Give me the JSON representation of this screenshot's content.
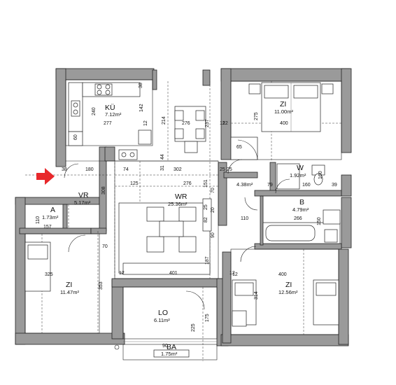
{
  "rooms": {
    "ku": {
      "name": "KÜ",
      "area": "7.12m²"
    },
    "vr": {
      "name": "VR",
      "area": "5.17m²"
    },
    "a": {
      "name": "A",
      "area": "1.73m²"
    },
    "wr": {
      "name": "WR",
      "area": "25.36m²"
    },
    "zi_left": {
      "name": "ZI",
      "area": "11.47m²"
    },
    "zi_top_right": {
      "name": "ZI",
      "area": "11.00m²"
    },
    "zi_bottom_right": {
      "name": "ZI",
      "area": "12.56m²"
    },
    "w": {
      "name": "W",
      "area": "1.92m²"
    },
    "b": {
      "name": "B",
      "area": "4.79m²"
    },
    "lo": {
      "name": "LO",
      "area": "6.11m²"
    },
    "ba": {
      "name": "BA",
      "area": "1.75m²"
    },
    "small_area": {
      "area": "4.38m²"
    }
  },
  "dimensions": {
    "ku_240": "240",
    "ku_142": "142",
    "ku_277": "277",
    "ku_38": "38",
    "ku_60": "60",
    "ku_12": "12",
    "ku_214": "214",
    "d_180": "180",
    "d_38": "38",
    "d_74": "74",
    "d_302": "302",
    "d_31": "31",
    "d_44": "44",
    "d_276_top": "276",
    "d_237": "237",
    "d_12_a": "12",
    "d_25_a": "25",
    "d_276_mid": "276",
    "d_151": "151",
    "d_70_a": "70",
    "d_125": "125",
    "d_308": "308",
    "d_110": "110",
    "d_157": "157",
    "d_70_b": "70",
    "d_325": "325",
    "d_353": "353",
    "d_401": "401",
    "d_12_b": "12",
    "d_12_c": "12",
    "d_187": "187",
    "d_225": "225",
    "d_175": "175",
    "d_82": "82",
    "d_25_b": "25",
    "d_20": "20",
    "d_90": "90",
    "zr_275": "275",
    "zr_400": "400",
    "zr_12": "12",
    "zr_65": "65",
    "zr_25": "25",
    "w_79": "79",
    "w_160": "160",
    "w_39": "39",
    "w_160b": "160",
    "b_266": "266",
    "b_110": "110",
    "b_150": "150",
    "zbr_400": "400",
    "zbr_314": "314",
    "zbr_12": "12",
    "ba_90": "90"
  },
  "markers": {
    "entrance_color": "#e8282b"
  }
}
